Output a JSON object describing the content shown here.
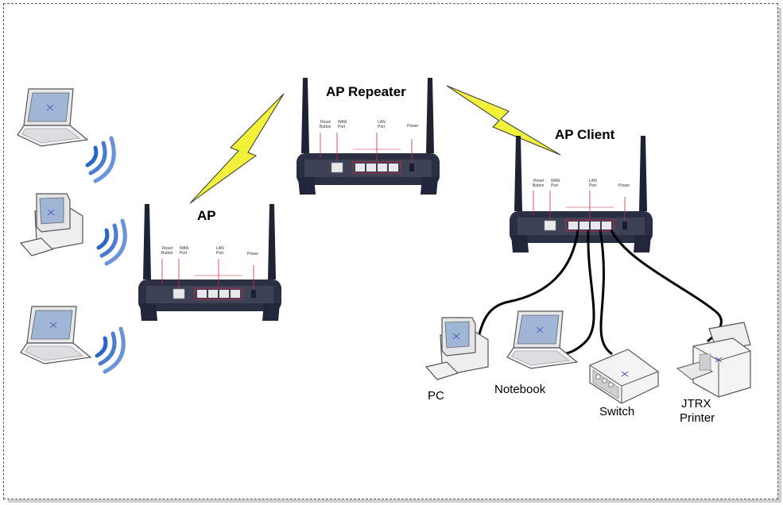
{
  "labels": {
    "ap": "AP",
    "ap_repeater": "AP Repeater",
    "ap_client": "AP Client",
    "pc": "PC",
    "notebook": "Notebook",
    "switch": "Switch",
    "printer_line1": "JTRX",
    "printer_line2": "Printer"
  },
  "router_ports": {
    "reset": "Reset",
    "button": "Button",
    "wan": "WAN",
    "lan": "LAN",
    "port": "Port",
    "power": "Power"
  },
  "colors": {
    "router_body": "#2b2f44",
    "router_panel": "#3d4257",
    "port_led": "#d8263a",
    "lightning": "#f2f23a",
    "wifi": "#2a66c9",
    "cable": "#000000"
  }
}
